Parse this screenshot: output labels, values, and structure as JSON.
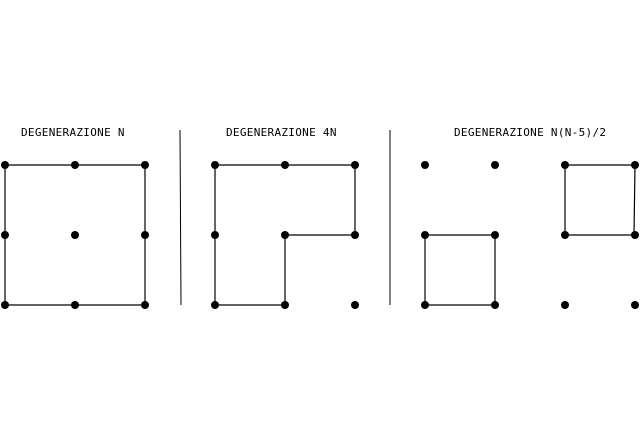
{
  "colors": {
    "background": "#ffffff",
    "ink": "#000000"
  },
  "panels": [
    {
      "title": "DEGENERAZIONE  N"
    },
    {
      "title": "DEGENERAZIONE  4N"
    },
    {
      "title": "DEGENERAZIONE  N(N-5)/2"
    }
  ]
}
